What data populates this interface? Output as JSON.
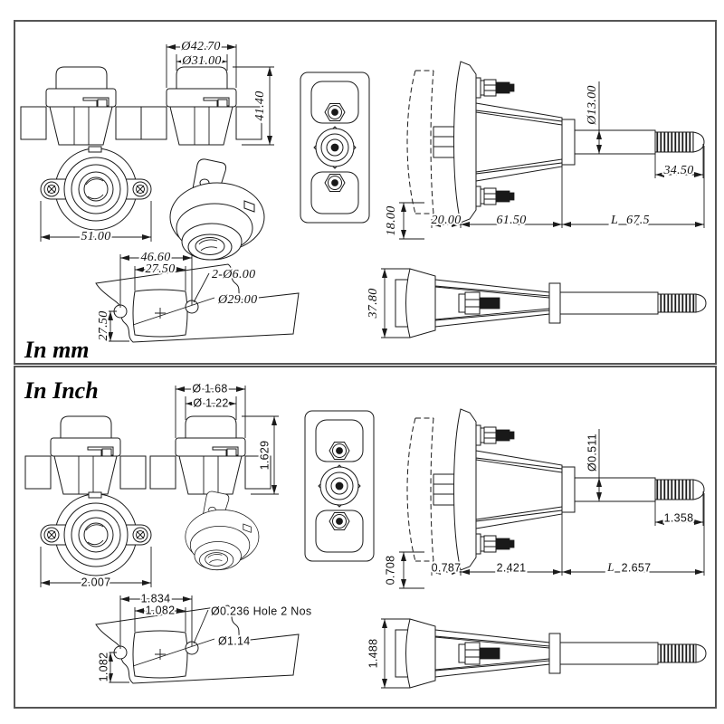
{
  "sheet": {
    "units_top_label": "In mm",
    "units_bottom_label": "In Inch",
    "colors": {
      "line": "#1a1a1a",
      "frame": "#555555",
      "background": "#ffffff"
    }
  },
  "panels": {
    "mm": {
      "label": "In mm",
      "front": {
        "dia_outer": "Ø42.70",
        "dia_inner": "Ø31.00",
        "height": "41.40"
      },
      "top_view": {
        "width": "51.00"
      },
      "cutout": {
        "hole_spacing": "46.60",
        "square_width": "27.50",
        "hole_note": "2-Ø6.00",
        "center_dia": "Ø29.00",
        "vertical": "27.50"
      },
      "side": {
        "panel_offset": "18.00",
        "panel_to_flange": "20.00",
        "flange_to_collar": "61.50",
        "length_label": "L",
        "length": "67.5",
        "shaft_dia": "Ø13.00",
        "thread_length": "34.50"
      },
      "top_assembly": {
        "flange_dia": "37.80"
      }
    },
    "inch": {
      "label": "In Inch",
      "front": {
        "dia_outer": "Ø 1.68",
        "dia_inner": "Ø 1.22",
        "height": "1.629"
      },
      "top_view": {
        "width": "2.007"
      },
      "cutout": {
        "hole_spacing": "1.834",
        "square_width": "1.082",
        "hole_note": "Ø0.236 Hole 2 Nos",
        "center_dia": "Ø1.14",
        "vertical": "1.082"
      },
      "side": {
        "panel_offset": "0.708",
        "panel_to_flange": "0.787",
        "flange_to_collar": "2.421",
        "length_label": "L",
        "length": "2.657",
        "shaft_dia": "Ø0.511",
        "thread_length": "1.358"
      },
      "top_assembly": {
        "flange_dia": "1.488"
      }
    }
  }
}
